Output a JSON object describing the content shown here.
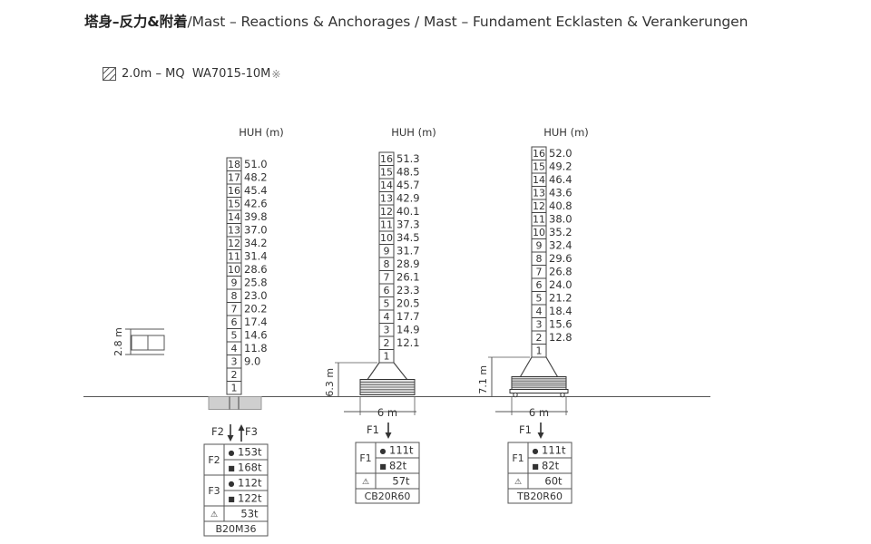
{
  "header": {
    "title_cn": "塔身–反力&附着",
    "title_rest": "/Mast – Reactions & Anchorages / Mast – Fundament Ecklasten & Verankerungen"
  },
  "model": {
    "spec": "2.0m – MQ",
    "code": "WA7015-10M",
    "asterisk": "※"
  },
  "columns": [
    {
      "huh_label": "HUH (m)",
      "sections": [
        {
          "n": "18",
          "h": "51.0"
        },
        {
          "n": "17",
          "h": "48.2"
        },
        {
          "n": "16",
          "h": "45.4"
        },
        {
          "n": "15",
          "h": "42.6"
        },
        {
          "n": "14",
          "h": "39.8"
        },
        {
          "n": "13",
          "h": "37.0"
        },
        {
          "n": "12",
          "h": "34.2"
        },
        {
          "n": "11",
          "h": "31.4"
        },
        {
          "n": "10",
          "h": "28.6"
        },
        {
          "n": "9",
          "h": "25.8"
        },
        {
          "n": "8",
          "h": "23.0"
        },
        {
          "n": "7",
          "h": "20.2"
        },
        {
          "n": "6",
          "h": "17.4"
        },
        {
          "n": "5",
          "h": "14.6"
        },
        {
          "n": "4",
          "h": "11.8"
        },
        {
          "n": "3",
          "h": "9.0"
        },
        {
          "n": "2",
          "h": ""
        },
        {
          "n": "1",
          "h": ""
        }
      ],
      "dim_label": "2.8 m",
      "forces_label": [
        "F2",
        "F3"
      ],
      "table": {
        "groups": [
          {
            "name": "F2",
            "rows": [
              {
                "sym": "●",
                "val": "153t"
              },
              {
                "sym": "■",
                "val": "168t"
              }
            ]
          },
          {
            "name": "F3",
            "rows": [
              {
                "sym": "●",
                "val": "112t"
              },
              {
                "sym": "■",
                "val": "122t"
              }
            ]
          }
        ],
        "extra": {
          "sym": "⚠",
          "val": "53t"
        },
        "code": "B20M36"
      }
    },
    {
      "huh_label": "HUH (m)",
      "sections": [
        {
          "n": "16",
          "h": "51.3"
        },
        {
          "n": "15",
          "h": "48.5"
        },
        {
          "n": "14",
          "h": "45.7"
        },
        {
          "n": "13",
          "h": "42.9"
        },
        {
          "n": "12",
          "h": "40.1"
        },
        {
          "n": "11",
          "h": "37.3"
        },
        {
          "n": "10",
          "h": "34.5"
        },
        {
          "n": "9",
          "h": "31.7"
        },
        {
          "n": "8",
          "h": "28.9"
        },
        {
          "n": "7",
          "h": "26.1"
        },
        {
          "n": "6",
          "h": "23.3"
        },
        {
          "n": "5",
          "h": "20.5"
        },
        {
          "n": "4",
          "h": "17.7"
        },
        {
          "n": "3",
          "h": "14.9"
        },
        {
          "n": "2",
          "h": "12.1"
        },
        {
          "n": "1",
          "h": ""
        }
      ],
      "dim_label": "6.3 m",
      "width_label": "6 m",
      "forces_label": [
        "F1"
      ],
      "table": {
        "groups": [
          {
            "name": "F1",
            "rows": [
              {
                "sym": "●",
                "val": "111t"
              },
              {
                "sym": "■",
                "val": "82t"
              }
            ]
          }
        ],
        "extra": {
          "sym": "⚠",
          "val": "57t"
        },
        "code": "CB20R60"
      }
    },
    {
      "huh_label": "HUH (m)",
      "sections": [
        {
          "n": "16",
          "h": "52.0"
        },
        {
          "n": "15",
          "h": "49.2"
        },
        {
          "n": "14",
          "h": "46.4"
        },
        {
          "n": "13",
          "h": "43.6"
        },
        {
          "n": "12",
          "h": "40.8"
        },
        {
          "n": "11",
          "h": "38.0"
        },
        {
          "n": "10",
          "h": "35.2"
        },
        {
          "n": "9",
          "h": "32.4"
        },
        {
          "n": "8",
          "h": "29.6"
        },
        {
          "n": "7",
          "h": "26.8"
        },
        {
          "n": "6",
          "h": "24.0"
        },
        {
          "n": "5",
          "h": "21.2"
        },
        {
          "n": "4",
          "h": "18.4"
        },
        {
          "n": "3",
          "h": "15.6"
        },
        {
          "n": "2",
          "h": "12.8"
        },
        {
          "n": "1",
          "h": ""
        }
      ],
      "dim_label": "7.1 m",
      "width_label": "6 m",
      "forces_label": [
        "F1"
      ],
      "table": {
        "groups": [
          {
            "name": "F1",
            "rows": [
              {
                "sym": "●",
                "val": "111t"
              },
              {
                "sym": "■",
                "val": "82t"
              }
            ]
          }
        ],
        "extra": {
          "sym": "⚠",
          "val": "60t"
        },
        "code": "TB20R60"
      }
    }
  ]
}
